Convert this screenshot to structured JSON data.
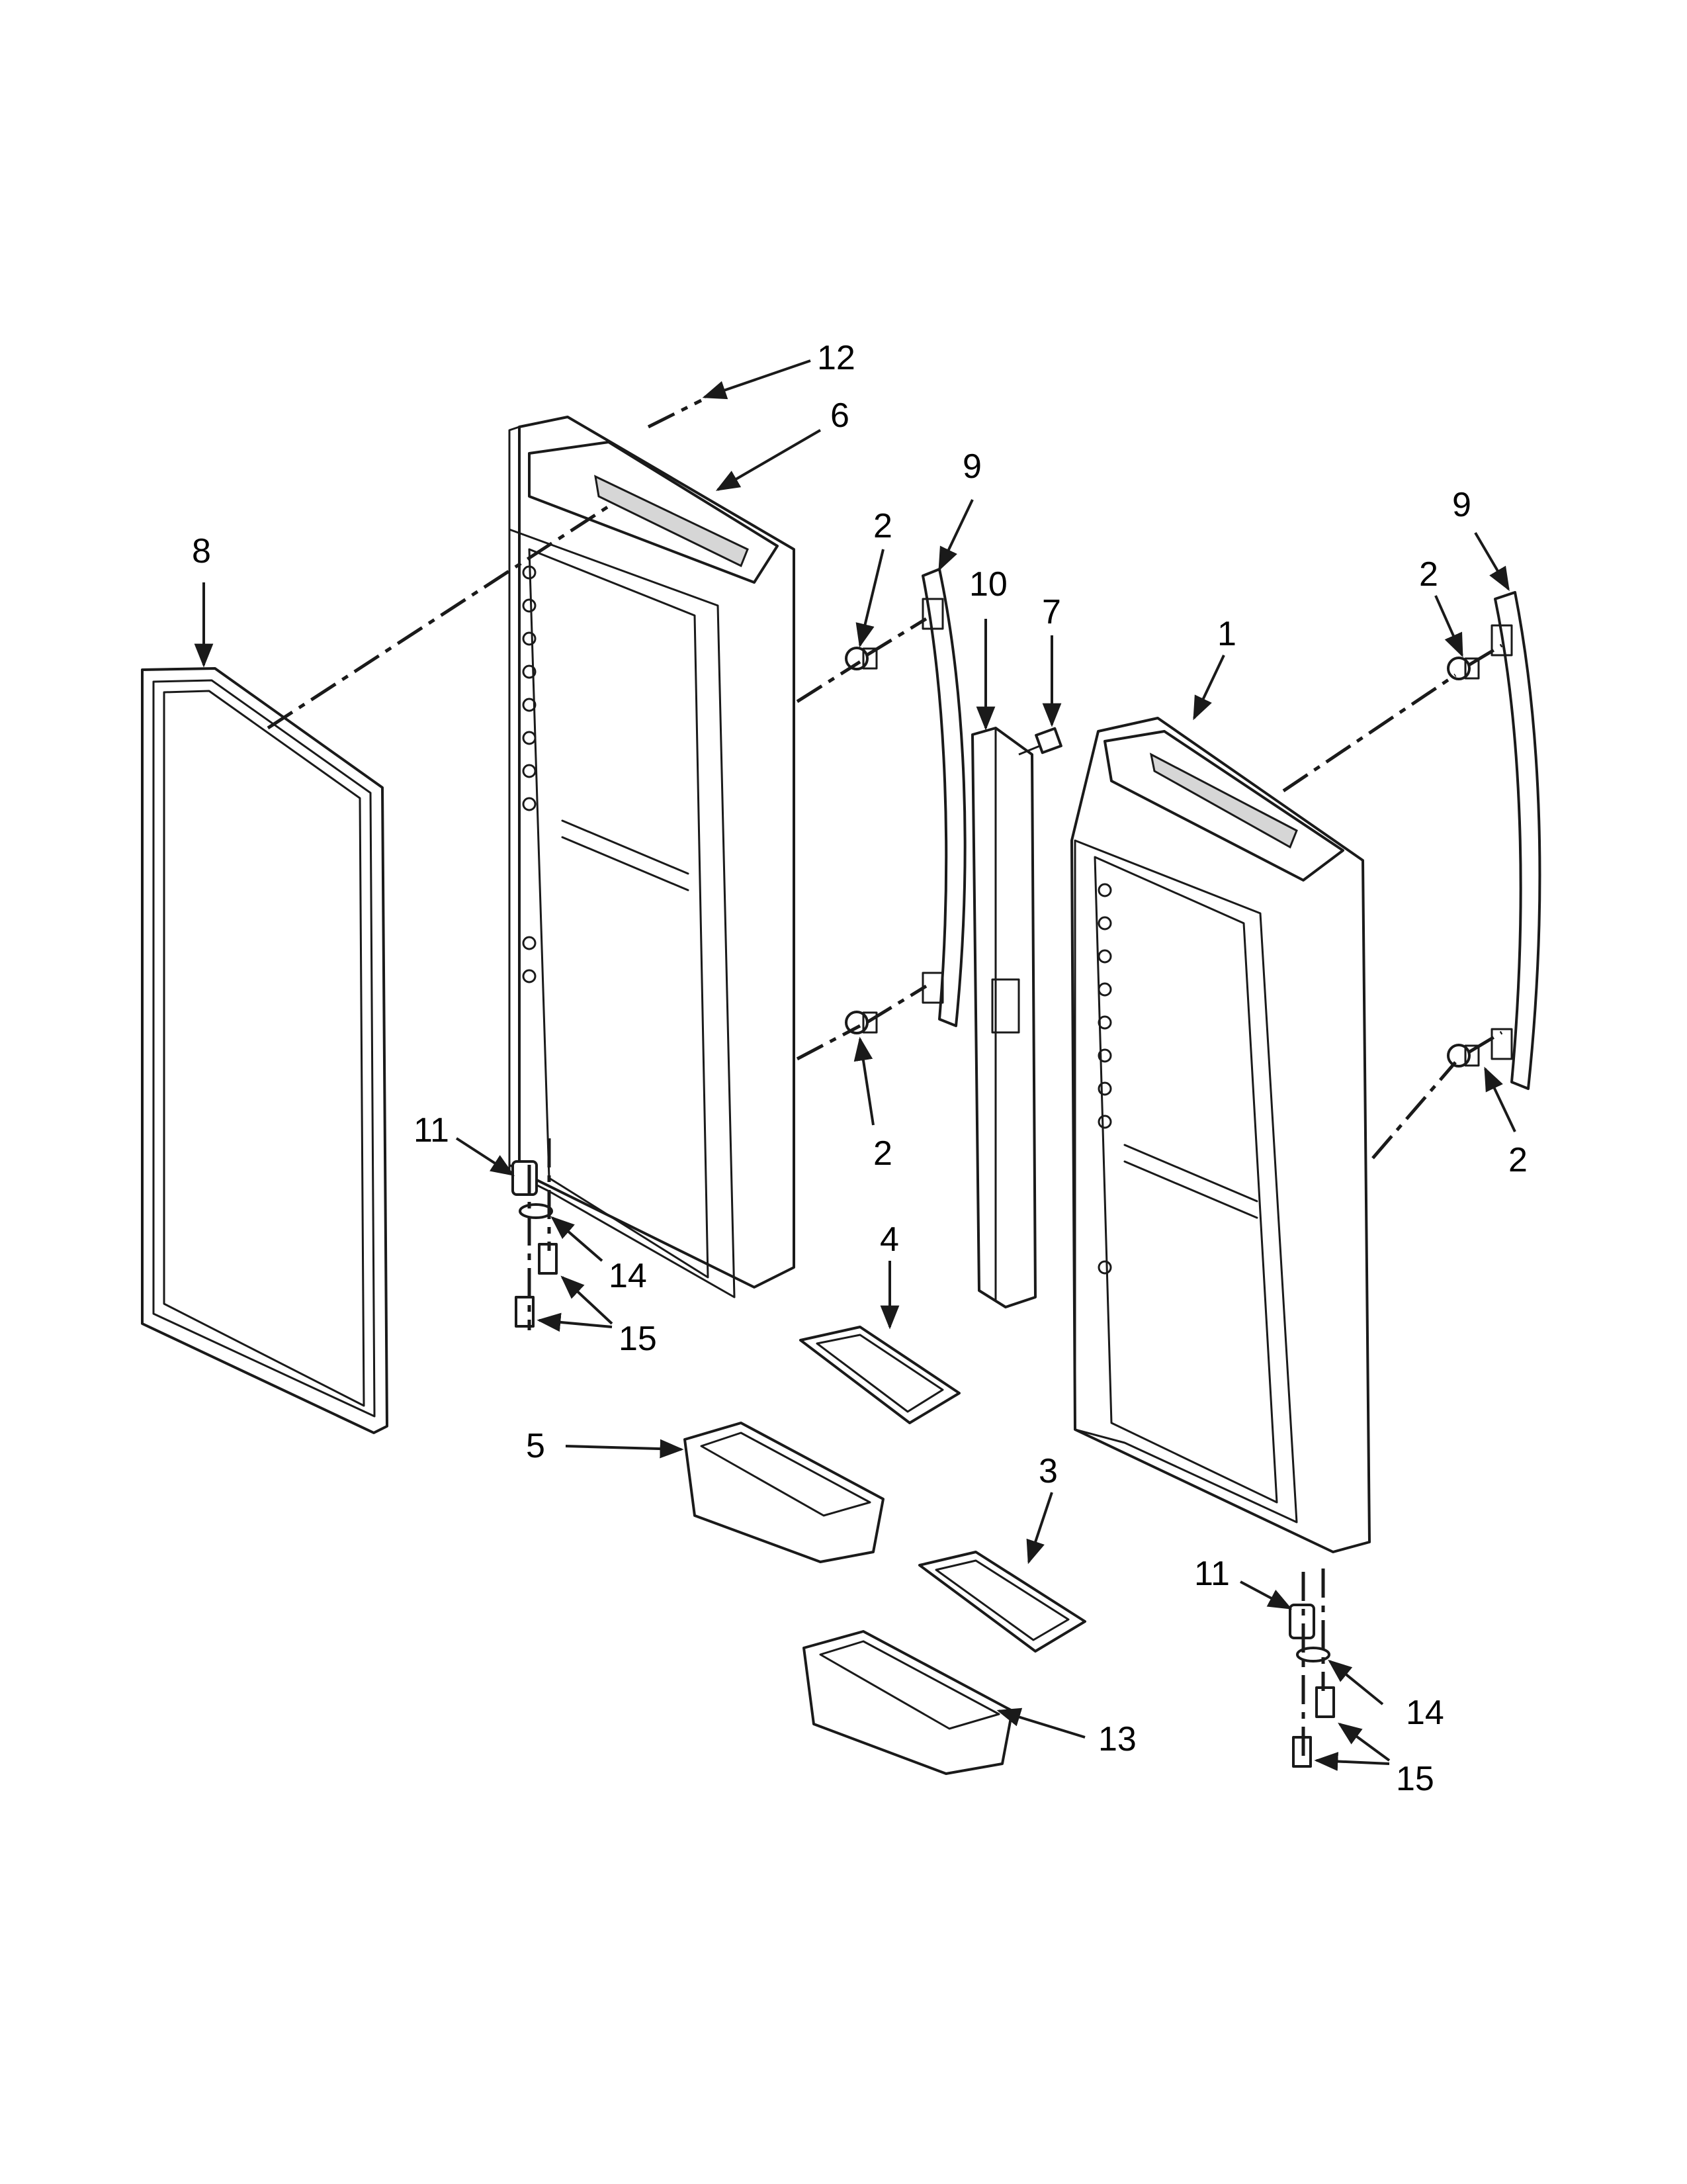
{
  "diagram": {
    "callouts": [
      {
        "id": "c12",
        "label": "12"
      },
      {
        "id": "c6",
        "label": "6"
      },
      {
        "id": "c8",
        "label": "8"
      },
      {
        "id": "c9a",
        "label": "9"
      },
      {
        "id": "c2a",
        "label": "2"
      },
      {
        "id": "c10",
        "label": "10"
      },
      {
        "id": "c7",
        "label": "7"
      },
      {
        "id": "c9b",
        "label": "9"
      },
      {
        "id": "c2b",
        "label": "2"
      },
      {
        "id": "c1",
        "label": "1"
      },
      {
        "id": "c2c",
        "label": "2"
      },
      {
        "id": "c2d",
        "label": "2"
      },
      {
        "id": "c11a",
        "label": "11"
      },
      {
        "id": "c14a",
        "label": "14"
      },
      {
        "id": "c15a",
        "label": "15"
      },
      {
        "id": "c4",
        "label": "4"
      },
      {
        "id": "c5",
        "label": "5"
      },
      {
        "id": "c3",
        "label": "3"
      },
      {
        "id": "c11b",
        "label": "11"
      },
      {
        "id": "c14b",
        "label": "14"
      },
      {
        "id": "c13",
        "label": "13"
      },
      {
        "id": "c15b",
        "label": "15"
      }
    ]
  }
}
